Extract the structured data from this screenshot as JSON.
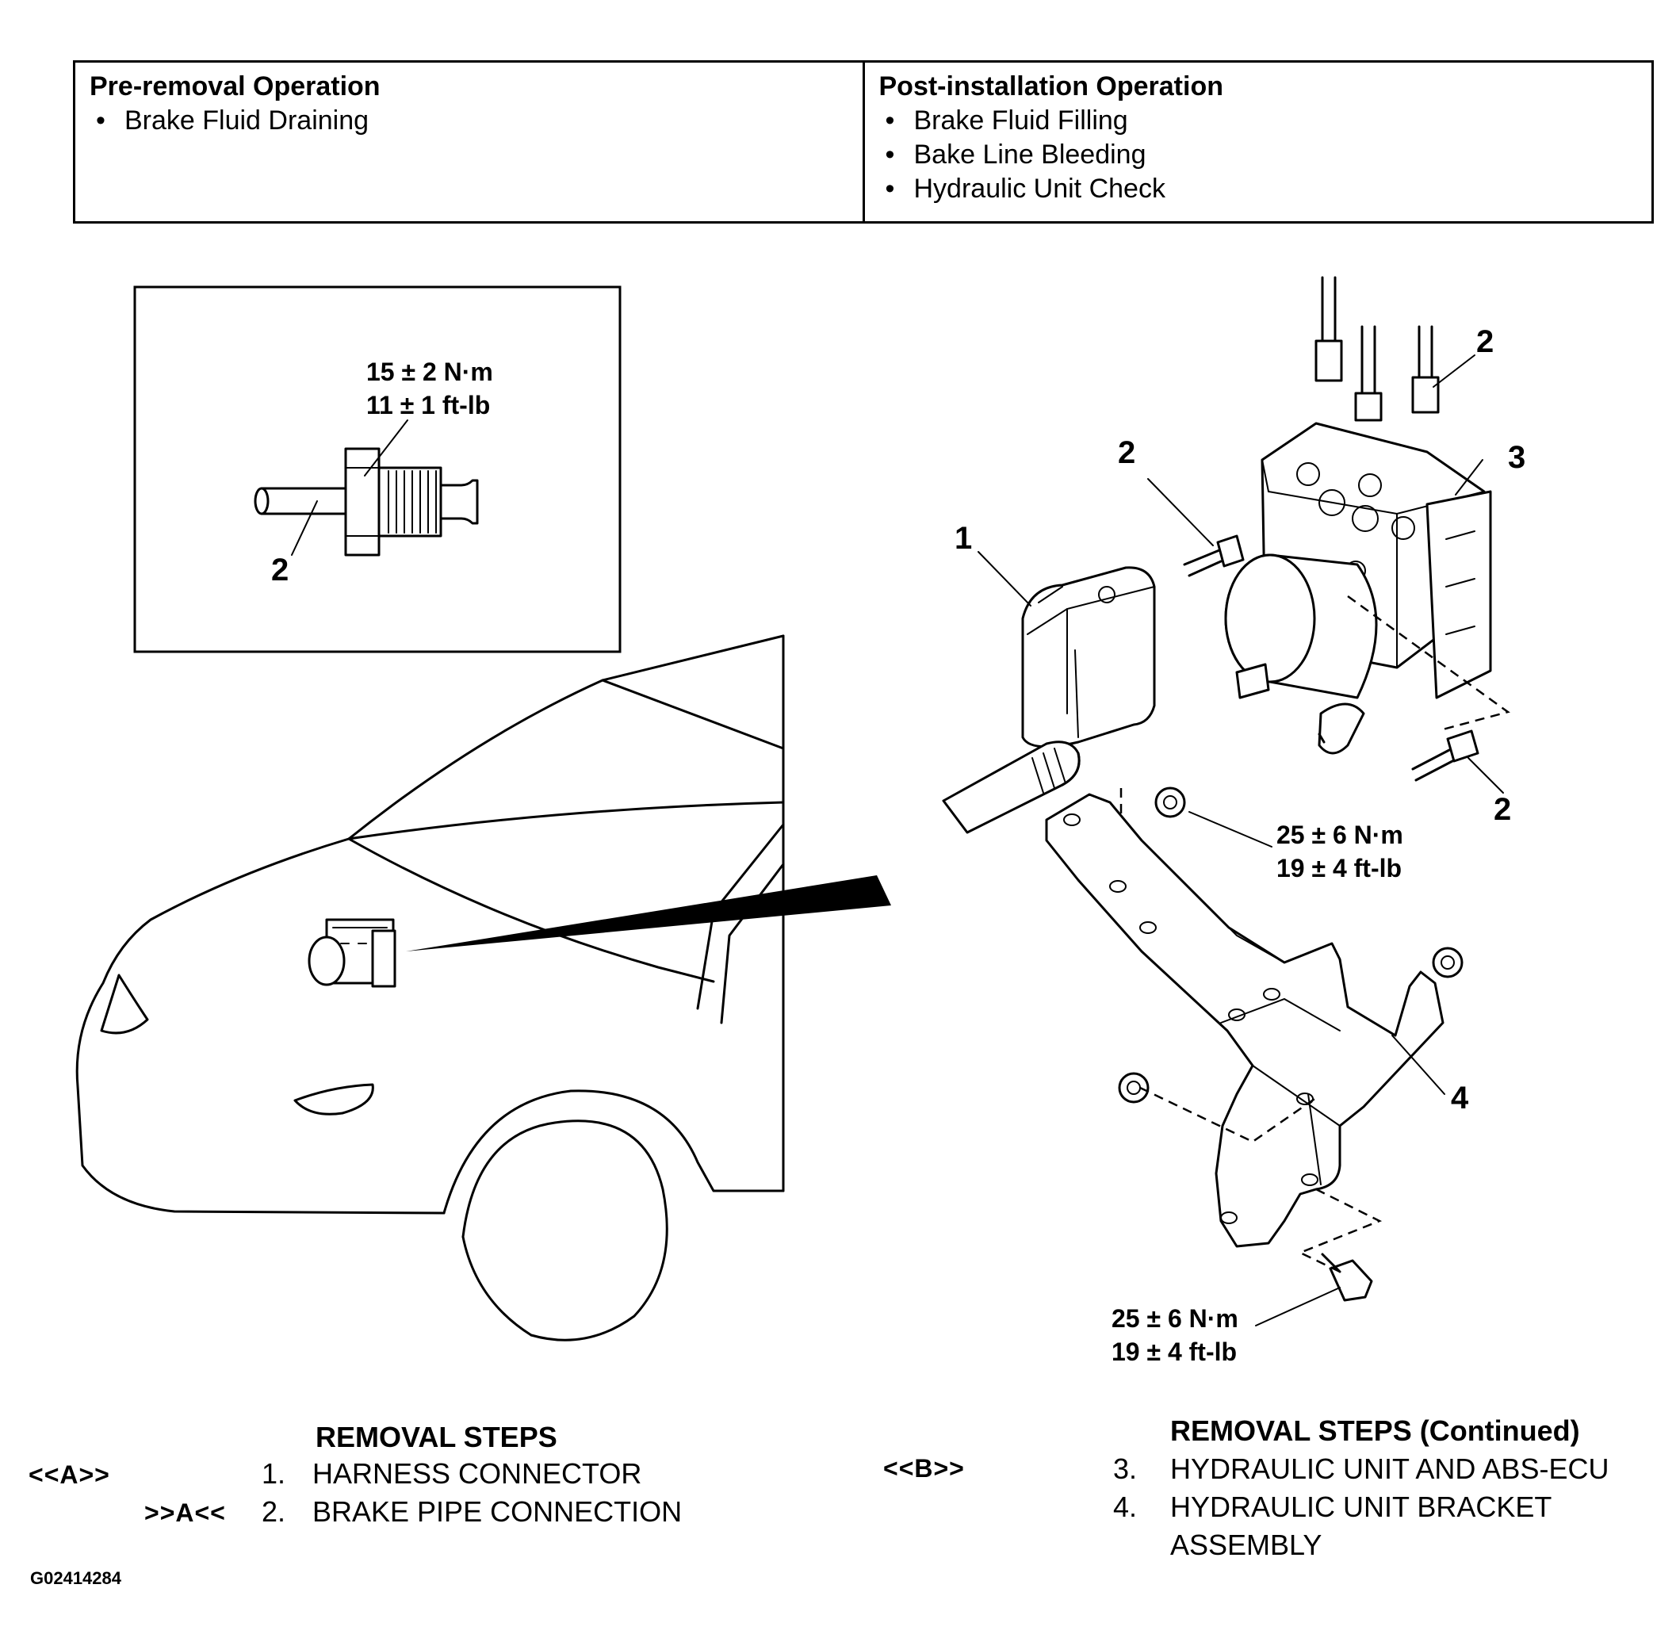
{
  "operations": {
    "pre_removal": {
      "heading": "Pre-removal Operation",
      "items": [
        "Brake Fluid Draining"
      ]
    },
    "post_installation": {
      "heading": "Post-installation Operation",
      "items": [
        "Brake Fluid Filling",
        "Bake Line Bleeding",
        "Hydraulic Unit Check"
      ]
    }
  },
  "diagram": {
    "inset_torque": {
      "metric": "15 ± 2 N·m",
      "imperial": "11 ± 1 ft-lb"
    },
    "inset_callout": "2",
    "callouts": {
      "harness_connector": "1",
      "brake_pipe_top": "2",
      "brake_pipe_left": "2",
      "brake_pipe_bottom": "2",
      "hydraulic_unit": "3",
      "bracket": "4"
    },
    "bracket_nut_torque": {
      "metric": "25 ± 6 N·m",
      "imperial": "19 ± 4 ft-lb"
    },
    "bracket_bolt_torque": {
      "metric": "25 ± 6 N·m",
      "imperial": "19 ± 4 ft-lb"
    }
  },
  "removal_steps": {
    "title": "REMOVAL STEPS",
    "steps": [
      {
        "mark": "<<A>>",
        "number": "1.",
        "label": "HARNESS CONNECTOR"
      },
      {
        "mark": ">>A<<",
        "number": "2.",
        "label": "BRAKE PIPE CONNECTION"
      }
    ]
  },
  "removal_steps_continued": {
    "title": "REMOVAL STEPS (Continued)",
    "steps": [
      {
        "mark": "<<B>>",
        "number": "3.",
        "label": "HYDRAULIC UNIT AND ABS-ECU"
      },
      {
        "mark": "",
        "number": "4.",
        "label": "HYDRAULIC UNIT BRACKET"
      }
    ],
    "step4_wrap": "ASSEMBLY"
  },
  "figure_id": "G02414284"
}
